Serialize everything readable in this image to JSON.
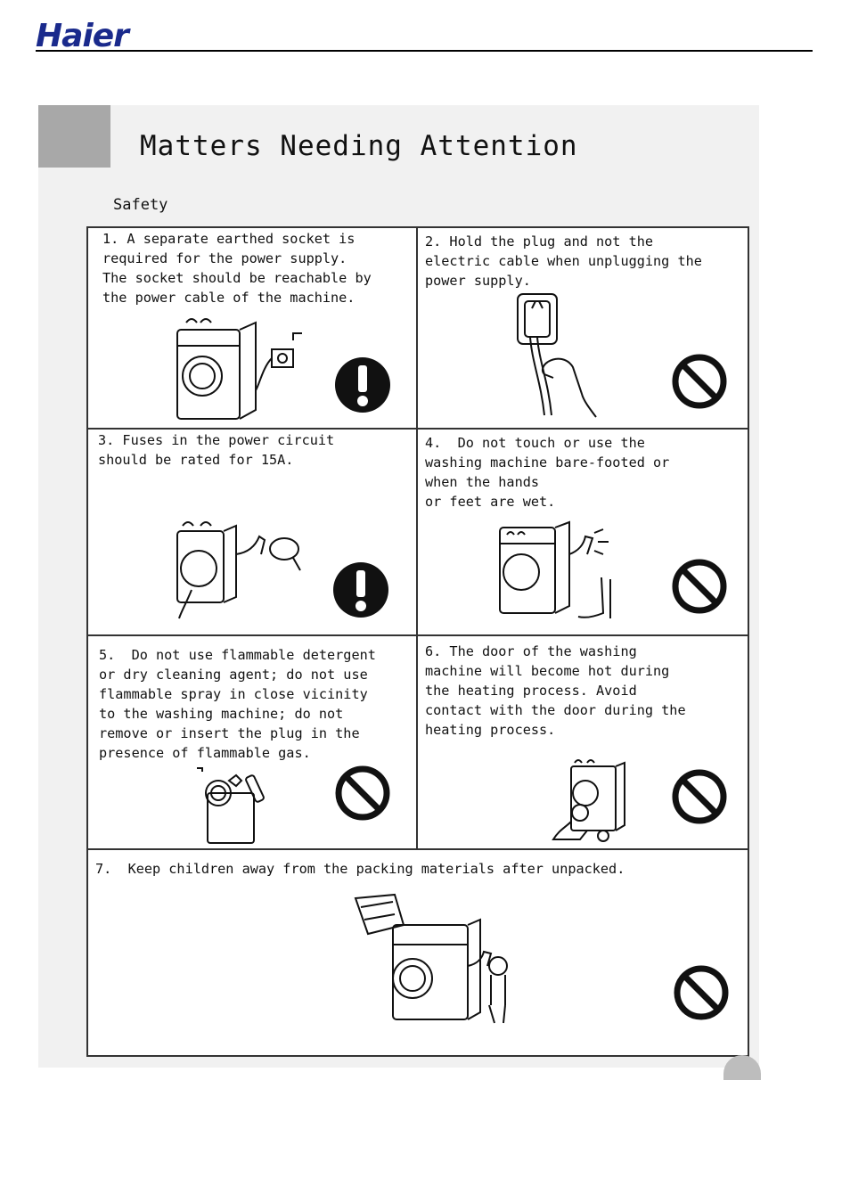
{
  "brand": {
    "logo_text": "Haier"
  },
  "page": {
    "title": "Matters Needing Attention",
    "section": "Safety"
  },
  "items": [
    {
      "text": "1. A separate earthed socket is\nrequired for the power supply.\nThe socket should be reachable by\nthe power cable of the machine.",
      "symbol": "exclamation-icon"
    },
    {
      "text": "2. Hold the plug and not the\nelectric cable when unplugging the\npower supply.",
      "symbol": "prohibited-icon"
    },
    {
      "text": "3. Fuses in the power circuit\nshould be rated for 15A.",
      "symbol": "exclamation-icon"
    },
    {
      "text": "4.  Do not touch or use the\nwashing machine bare-footed or\nwhen the hands\nor feet are wet.",
      "symbol": "prohibited-icon"
    },
    {
      "text": "5.  Do not use flammable detergent\nor dry cleaning agent; do not use\nflammable spray in close vicinity\nto the washing machine; do not\nremove or insert the plug in the\npresence of flammable gas.",
      "symbol": "prohibited-icon"
    },
    {
      "text": "6. The door of the washing\nmachine will become hot during\nthe heating process. Avoid\ncontact with the door during the\nheating process.",
      "symbol": "prohibited-icon"
    },
    {
      "text": "7.  Keep children away from the packing materials after unpacked.",
      "symbol": "prohibited-icon"
    }
  ]
}
